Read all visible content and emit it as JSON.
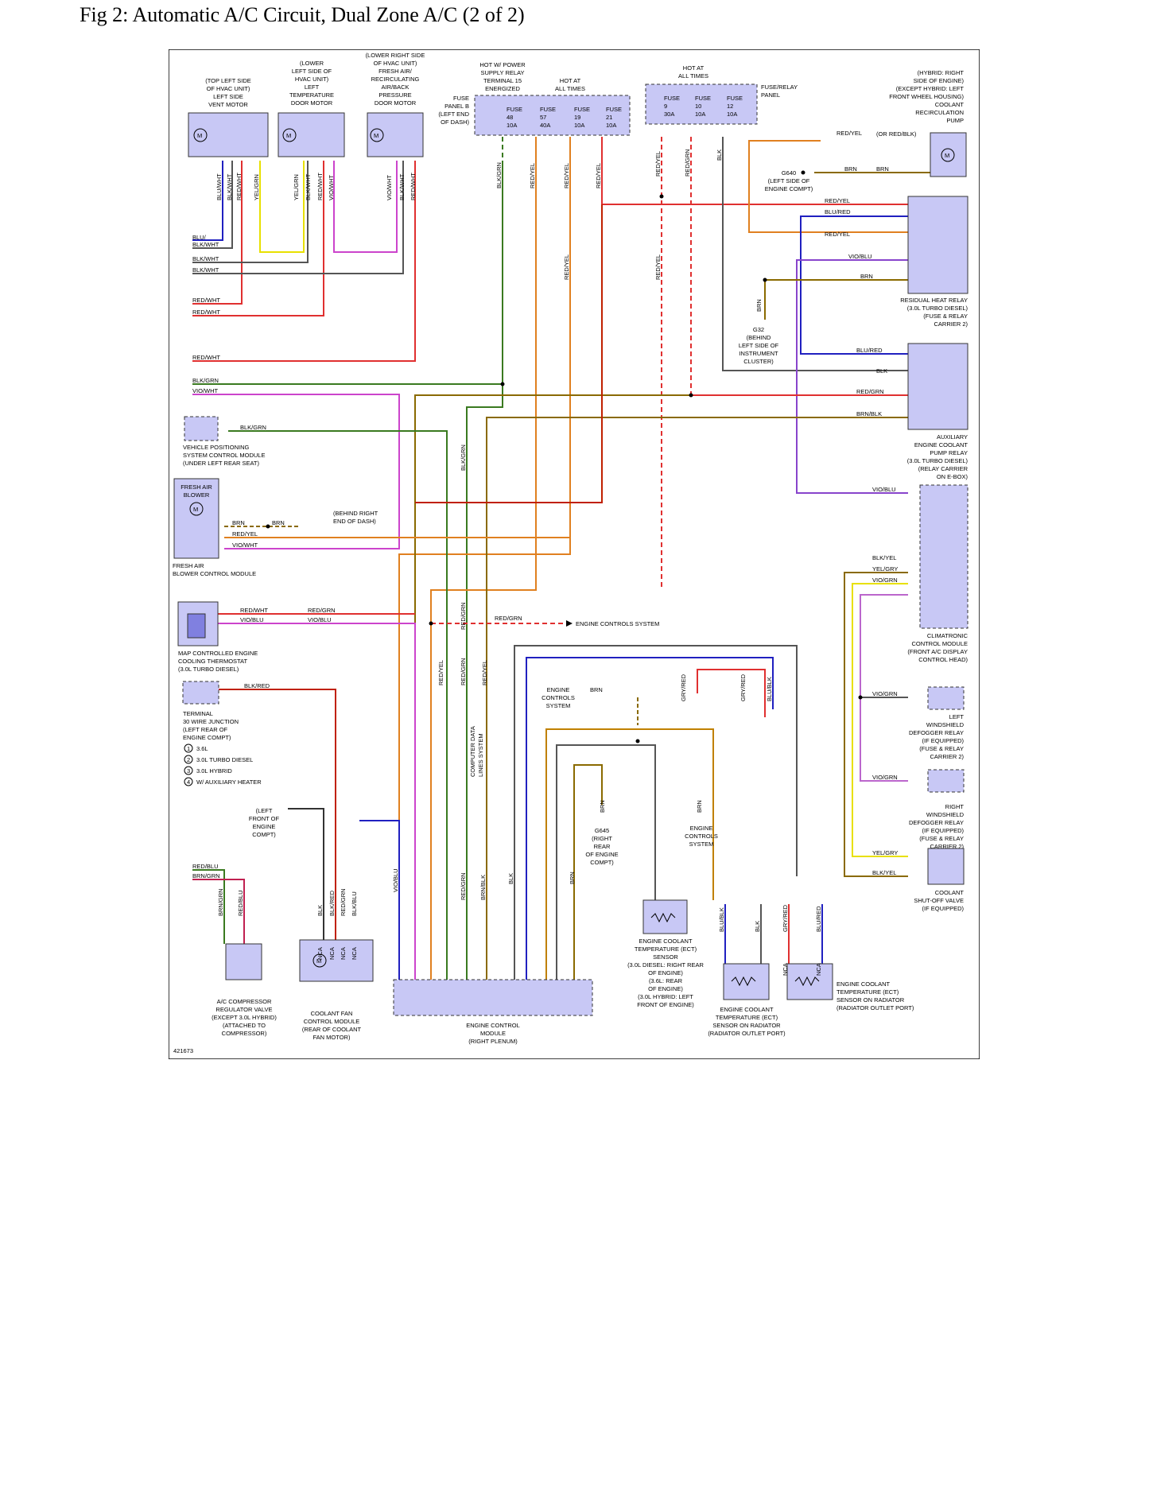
{
  "title": "Fig 2: Automatic A/C Circuit, Dual Zone A/C (2 of 2)",
  "figure_id": "421673",
  "colors": {
    "component_fill": "#c8c8f5",
    "red": "#e03030",
    "yellow": "#e8e000",
    "green": "#3a7a20",
    "orange": "#e08020",
    "violet": "#cc44cc",
    "blue": "#2020c0",
    "brown": "#8a6a00",
    "black": "#333333",
    "gray": "#888888"
  },
  "components": {
    "left_vent_motor": [
      "(TOP LEFT SIDE",
      "OF HVAC UNIT)",
      "LEFT SIDE",
      "VENT MOTOR"
    ],
    "left_temp_door_motor": [
      "(LOWER",
      "LEFT SIDE OF",
      "HVAC UNIT)",
      "LEFT",
      "TEMPERATURE",
      "DOOR MOTOR"
    ],
    "recirc_door_motor": [
      "(LOWER RIGHT SIDE",
      "OF HVAC UNIT)",
      "FRESH AIR/",
      "RECIRCULATING",
      "AIR/BACK",
      "PRESSURE",
      "DOOR MOTOR"
    ],
    "fuse_panel_b": [
      "FUSE",
      "PANEL B",
      "(LEFT END",
      "OF DASH)"
    ],
    "hot_power_supply": [
      "HOT W/ POWER",
      "SUPPLY RELAY",
      "TERMINAL 15",
      "ENERGIZED"
    ],
    "hot_all_times_1": [
      "HOT AT",
      "ALL TIMES"
    ],
    "hot_all_times_2": [
      "HOT AT",
      "ALL TIMES"
    ],
    "fuse_relay_panel": [
      "FUSE/RELAY",
      "PANEL"
    ],
    "recirc_pump": [
      "(HYBRID: RIGHT",
      "SIDE OF ENGINE)",
      "(EXCEPT HYBRID: LEFT",
      "FRONT WHEEL HOUSING)",
      "COOLANT",
      "RECIRCULATION",
      "PUMP"
    ],
    "g640": [
      "G640",
      "(LEFT SIDE OF",
      "ENGINE COMPT)"
    ],
    "residual_heat_relay": [
      "RESIDUAL HEAT RELAY",
      "(3.0L TURBO DIESEL)",
      "(FUSE & RELAY",
      "CARRIER 2)"
    ],
    "g32": [
      "G32",
      "(BEHIND",
      "LEFT SIDE OF",
      "INSTRUMENT",
      "CLUSTER)"
    ],
    "aux_pump_relay": [
      "AUXILIARY",
      "ENGINE COOLANT",
      "PUMP RELAY",
      "(3.0L TURBO DIESEL)",
      "(RELAY CARRIER",
      "ON E-BOX)"
    ],
    "vps_module": [
      "VEHICLE POSITIONING",
      "SYSTEM CONTROL MODULE",
      "(UNDER LEFT REAR SEAT)"
    ],
    "fresh_air_blower": [
      "FRESH AIR",
      "BLOWER"
    ],
    "blower_control_module": [
      "FRESH AIR",
      "BLOWER CONTROL MODULE"
    ],
    "g33": [
      "(BEHIND RIGHT",
      "END OF DASH)"
    ],
    "map_thermostat": [
      "MAP CONTROLLED ENGINE",
      "COOLING THERMOSTAT",
      "(3.0L TURBO DIESEL)"
    ],
    "climatronic": [
      "CLIMATRONIC",
      "CONTROL MODULE",
      "(FRONT A/C DISPLAY",
      "CONTROL HEAD)"
    ],
    "terminal30": [
      "TERMINAL",
      "30 WIRE JUNCTION",
      "(LEFT REAR OF",
      "ENGINE COMPT)"
    ],
    "notes": [
      "3.6L",
      "3.0L TURBO DIESEL",
      "3.0L HYBRID",
      "W/ AUXILIARY HEATER"
    ],
    "engine_controls_1": [
      "ENGINE",
      "CONTROLS",
      "SYSTEM"
    ],
    "engine_controls_2": [
      "ENGINE",
      "CONTROLS",
      "SYSTEM"
    ],
    "engine_controls_arrow": "ENGINE CONTROLS SYSTEM",
    "left_defogger": [
      "LEFT",
      "WINDSHIELD",
      "DEFOGGER RELAY",
      "(IF EQUIPPED)",
      "(FUSE & RELAY",
      "CARRIER 2)"
    ],
    "right_defogger": [
      "RIGHT",
      "WINDSHIELD",
      "DEFOGGER RELAY",
      "(IF EQUIPPED)",
      "(FUSE & RELAY",
      "CARRIER 2)"
    ],
    "g12": [
      "(LEFT",
      "FRONT OF",
      "ENGINE",
      "COMPT)"
    ],
    "g645": [
      "G645",
      "(RIGHT",
      "REAR",
      "OF ENGINE",
      "COMPT)"
    ],
    "cdl_system": [
      "COMPUTER DATA",
      "LINES SYSTEM"
    ],
    "coolant_shutoff": [
      "COOLANT",
      "SHUT-OFF VALVE",
      "(IF EQUIPPED)"
    ],
    "compressor_valve": [
      "A/C COMPRESSOR",
      "REGULATOR VALVE",
      "(EXCEPT 3.0L HYBRID)",
      "(ATTACHED TO",
      "COMPRESSOR)"
    ],
    "coolant_fan": [
      "COOLANT FAN",
      "CONTROL MODULE",
      "(REAR OF COOLANT",
      "FAN MOTOR)"
    ],
    "ecm": [
      "ENGINE CONTROL",
      "MODULE",
      "(RIGHT PLENUM)"
    ],
    "ect_sensor_engine": [
      "ENGINE COOLANT",
      "TEMPERATURE (ECT)",
      "SENSOR",
      "(3.0L DIESEL: RIGHT REAR",
      "OF ENGINE)",
      "(3.6L: REAR",
      "OF ENGINE)",
      "(3.0L HYBRID: LEFT",
      "FRONT OF ENGINE)"
    ],
    "ect_sensor_radiator_1": [
      "ENGINE COOLANT",
      "TEMPERATURE (ECT)",
      "SENSOR ON RADIATOR",
      "(RADIATOR OUTLET PORT)"
    ],
    "ect_sensor_radiator_2": [
      "ENGINE COOLANT",
      "TEMPERATURE (ECT)",
      "SENSOR ON RADIATOR",
      "(RADIATOR OUTLET PORT)"
    ]
  },
  "fuses_b": [
    {
      "name": "FUSE",
      "num": "48",
      "amps": "10A"
    },
    {
      "name": "FUSE",
      "num": "57",
      "amps": "40A"
    },
    {
      "name": "FUSE",
      "num": "19",
      "amps": "10A"
    },
    {
      "name": "FUSE",
      "num": "21",
      "amps": "10A"
    }
  ],
  "fuses_relay": [
    {
      "name": "FUSE",
      "num": "9",
      "amps": "30A"
    },
    {
      "name": "FUSE",
      "num": "10",
      "amps": "10A"
    },
    {
      "name": "FUSE",
      "num": "12",
      "amps": "10A"
    }
  ],
  "labels": {
    "blu_wht": "BLU/WHT",
    "blk_wht": "BLK/WHT",
    "red_wht": "RED/WHT",
    "yel_grn": "YEL/GRN",
    "vio_wht": "VIO/WHT",
    "blk_grn": "BLK/GRN",
    "red_yel": "RED/YEL",
    "red_grn": "RED/GRN",
    "vio_blu": "VIO/BLU",
    "brn": "BRN",
    "blu_red": "BLU/RED",
    "blk": "BLK",
    "brn_blk": "BRN/BLK",
    "blk_yel": "BLK/YEL",
    "yel_gry": "YEL/GRY",
    "vio_grn": "VIO/GRN",
    "blk_red": "BLK/RED",
    "brn_grn": "BRN/GRN",
    "red_blu": "RED/BLU",
    "blk_blu": "BLK/BLU",
    "gry_red": "GRY/RED",
    "blu_blk": "BLU/BLK",
    "or_red_blk": "(OR RED/BLK)",
    "nca": "NCA",
    "blu_slash_wht": "BLU/"
  }
}
